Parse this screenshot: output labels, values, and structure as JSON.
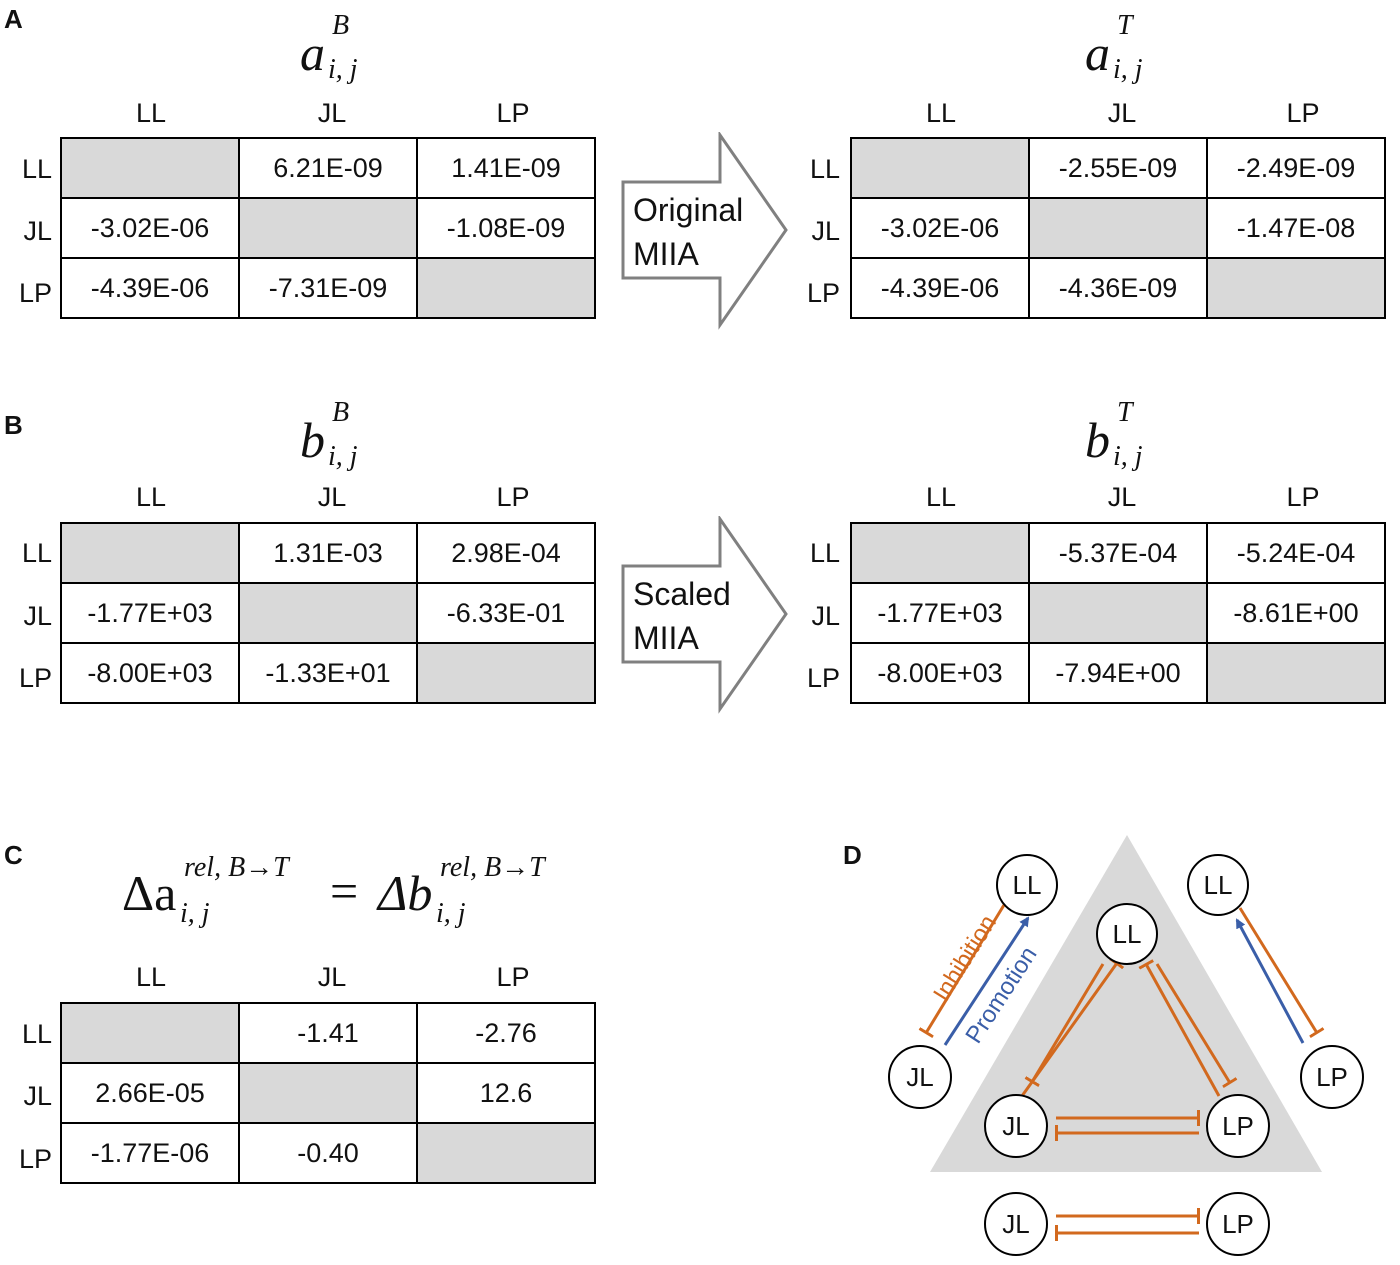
{
  "panels": {
    "a": "A",
    "b": "B",
    "c": "C",
    "d": "D"
  },
  "labels": {
    "rows": [
      "LL",
      "JL",
      "LP"
    ],
    "cols": [
      "LL",
      "JL",
      "LP"
    ]
  },
  "math": {
    "a_B": {
      "base": "a",
      "sup": "B",
      "sub": "i, j"
    },
    "a_T": {
      "base": "a",
      "sup": "T",
      "sub": "i, j"
    },
    "b_B": {
      "base": "b",
      "sup": "B",
      "sub": "i, j"
    },
    "b_T": {
      "base": "b",
      "sup": "T",
      "sub": "i, j"
    },
    "c_left": {
      "base": "Δa",
      "sup": "rel, B→T",
      "sub": "i, j"
    },
    "c_eq": "=",
    "c_right": {
      "base": "Δb",
      "sup": "rel, B→T",
      "sub": "i, j"
    }
  },
  "arrows": {
    "original": {
      "line1": "Original",
      "line2": "MIIA"
    },
    "scaled": {
      "line1": "Scaled",
      "line2": "MIIA"
    }
  },
  "tables": {
    "aB": [
      [
        "",
        "6.21E-09",
        "1.41E-09"
      ],
      [
        "-3.02E-06",
        "",
        "-1.08E-09"
      ],
      [
        "-4.39E-06",
        "-7.31E-09",
        ""
      ]
    ],
    "aT": [
      [
        "",
        "-2.55E-09",
        "-2.49E-09"
      ],
      [
        "-3.02E-06",
        "",
        "-1.47E-08"
      ],
      [
        "-4.39E-06",
        "-4.36E-09",
        ""
      ]
    ],
    "bB": [
      [
        "",
        "1.31E-03",
        "2.98E-04"
      ],
      [
        "-1.77E+03",
        "",
        "-6.33E-01"
      ],
      [
        "-8.00E+03",
        "-1.33E+01",
        ""
      ]
    ],
    "bT": [
      [
        "",
        "-5.37E-04",
        "-5.24E-04"
      ],
      [
        "-1.77E+03",
        "",
        "-8.61E+00"
      ],
      [
        "-8.00E+03",
        "-7.94E+00",
        ""
      ]
    ],
    "delta": [
      [
        "",
        "-1.41",
        "-2.76"
      ],
      [
        "2.66E-05",
        "",
        "12.6"
      ],
      [
        "-1.77E-06",
        "-0.40",
        ""
      ]
    ]
  },
  "network": {
    "nodes": {
      "ll": "LL",
      "jl": "JL",
      "lp": "LP"
    },
    "legend": {
      "inhibition": "Inhibition",
      "promotion": "Promotion"
    },
    "colors": {
      "inhibition": "#d2691e",
      "promotion": "#3a5ea8",
      "triangle": "#d9d9d9"
    }
  }
}
